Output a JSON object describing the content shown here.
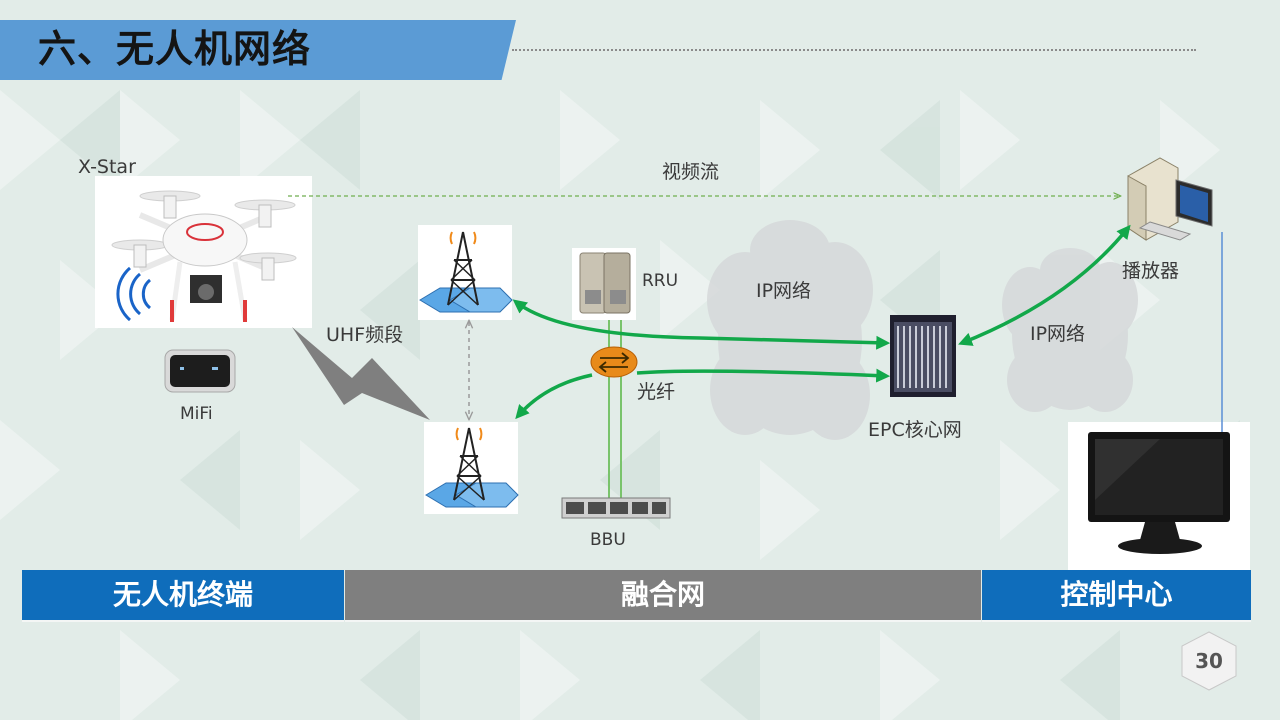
{
  "title": "六、无人机网络",
  "labels": {
    "drone": "X-Star",
    "mifi": "MiFi",
    "video_stream": "视频流",
    "uhf": "UHF频段",
    "rru": "RRU",
    "fiber": "光纤",
    "bbu": "BBU",
    "ip_network_1": "IP网络",
    "ip_network_2": "IP网络",
    "epc": "EPC核心网",
    "player": "播放器"
  },
  "sections": {
    "terminal": "无人机终端",
    "network": "融合网",
    "control": "控制中心"
  },
  "page_number": "30",
  "colors": {
    "title_band": "#5b9bd5",
    "section_blue": "#0f6dbb",
    "section_gray": "#7f7f7f",
    "link_green": "#12a84a",
    "video_dashed": "#6fae4f"
  }
}
